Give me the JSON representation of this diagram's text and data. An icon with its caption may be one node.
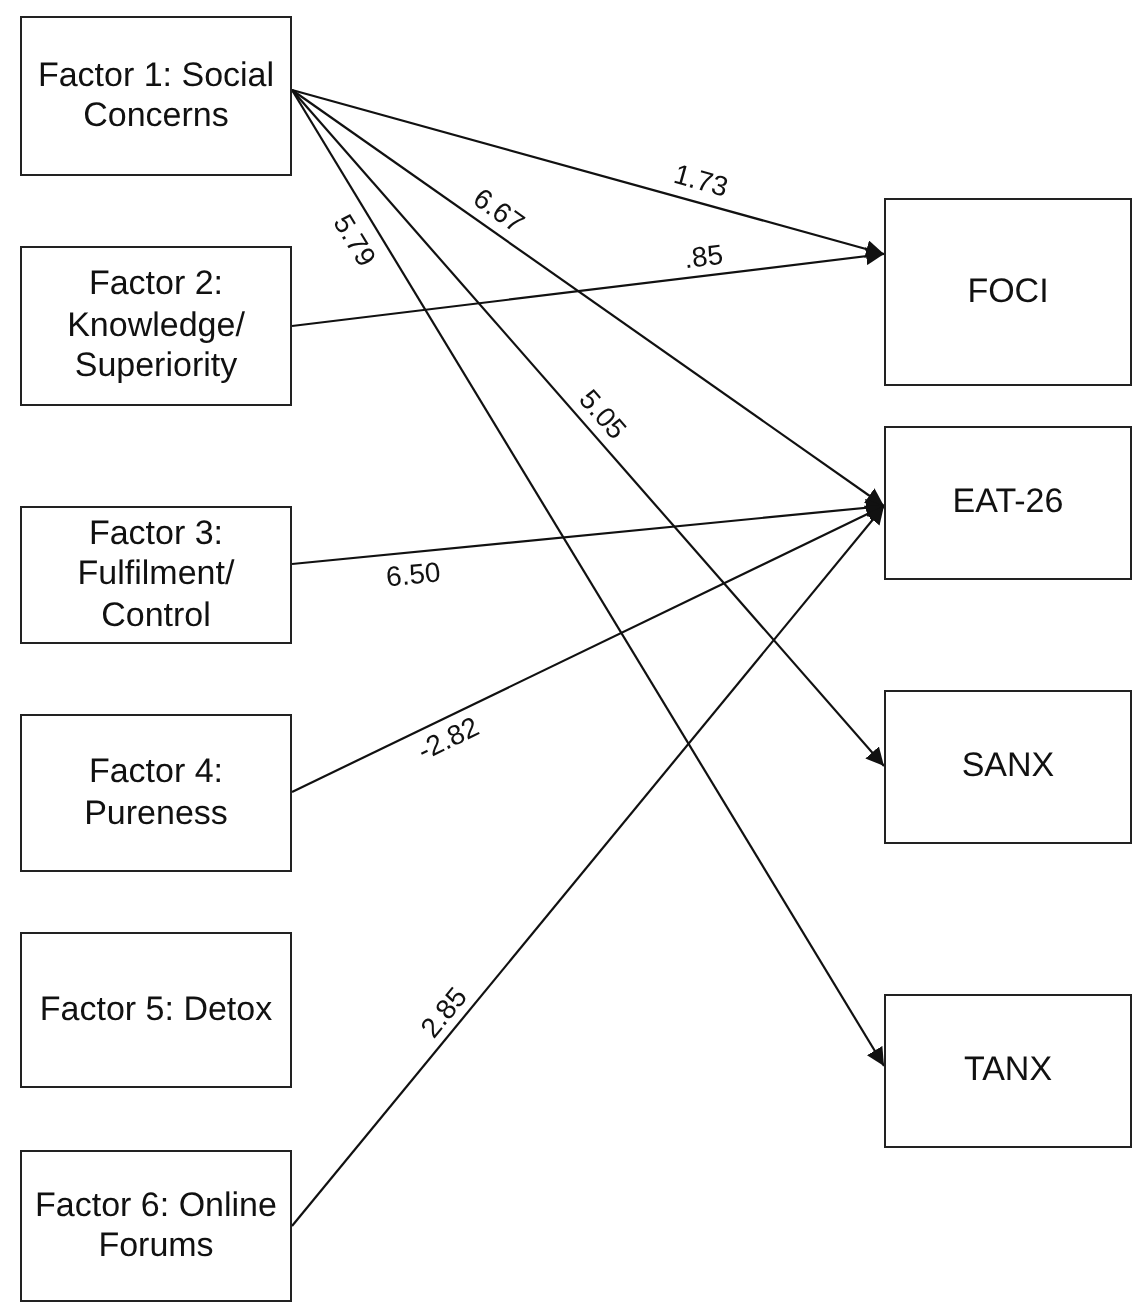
{
  "diagram": {
    "nodes": [
      {
        "text": [
          "Factor 1: Social Concerns"
        ]
      },
      {
        "text": [
          "Factor 2: Knowledge/ Superiority"
        ]
      },
      {
        "text": [
          "Factor 3: Fulfilment/ Control"
        ]
      },
      {
        "text": [
          "Factor 4: Pureness"
        ]
      },
      {
        "text": [
          "Factor 5: Detox"
        ]
      },
      {
        "text": [
          "Factor 6: Online Forums"
        ]
      },
      {
        "text": [
          "FOCI"
        ]
      },
      {
        "text": [
          "EAT-26"
        ]
      },
      {
        "text": [
          "SANX"
        ]
      },
      {
        "text": [
          "TANX"
        ]
      }
    ],
    "edges": [
      {
        "from": 0,
        "to": 6,
        "arrow": "to",
        "label": "1.73"
      },
      {
        "from": 0,
        "to": 7,
        "arrow": "to",
        "label": "6.67"
      },
      {
        "from": 0,
        "to": 8,
        "arrow": "to",
        "label": "5.05"
      },
      {
        "from": 0,
        "to": 9,
        "arrow": "to",
        "label": "5.79"
      },
      {
        "from": 1,
        "to": 6,
        "arrow": "to",
        "label": ".85"
      },
      {
        "from": 2,
        "to": 7,
        "arrow": "to",
        "label": "6.50"
      },
      {
        "from": 3,
        "to": 7,
        "arrow": "to",
        "label": "-2.82"
      },
      {
        "from": 5,
        "to": 7,
        "arrow": "to",
        "label": "2.85"
      }
    ]
  }
}
